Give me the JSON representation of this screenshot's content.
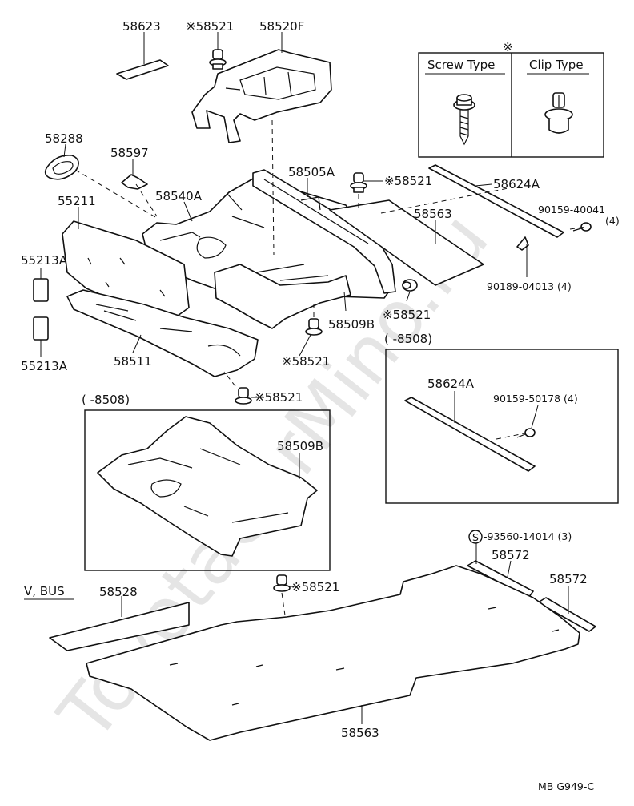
{
  "watermark": "ToyotaCarMino.ru",
  "legend": {
    "mark": "※",
    "screw_label": "Screw Type",
    "clip_label": "Clip Type"
  },
  "ranges": {
    "right_box": "(       -8508)",
    "left_box": "(       -8508)"
  },
  "variant_label": "V, BUS",
  "drawing_code": "MB G949-C",
  "callouts": [
    {
      "id": "58623",
      "text": "58623"
    },
    {
      "id": "58521-a",
      "text": "※58521"
    },
    {
      "id": "58520F",
      "text": "58520F"
    },
    {
      "id": "58288",
      "text": "58288"
    },
    {
      "id": "58597",
      "text": "58597"
    },
    {
      "id": "58505A",
      "text": "58505A"
    },
    {
      "id": "58521-b",
      "text": "※58521"
    },
    {
      "id": "58624A-a",
      "text": "58624A"
    },
    {
      "id": "55211",
      "text": "55211"
    },
    {
      "id": "58540A",
      "text": "58540A"
    },
    {
      "id": "58563-a",
      "text": "58563"
    },
    {
      "id": "90159-40041",
      "text": "90159-40041"
    },
    {
      "id": "qty-4-a",
      "text": "(4)"
    },
    {
      "id": "55213A-a",
      "text": "55213A"
    },
    {
      "id": "90189-04013",
      "text": "90189-04013 (4)"
    },
    {
      "id": "58521-c",
      "text": "※58521"
    },
    {
      "id": "58509B-a",
      "text": "58509B"
    },
    {
      "id": "55213A-b",
      "text": "55213A"
    },
    {
      "id": "58511",
      "text": "58511"
    },
    {
      "id": "58521-d",
      "text": "※58521"
    },
    {
      "id": "58521-e",
      "text": "※58521"
    },
    {
      "id": "58624A-b",
      "text": "58624A"
    },
    {
      "id": "90159-50178",
      "text": "90159-50178 (4)"
    },
    {
      "id": "58509B-b",
      "text": "58509B"
    },
    {
      "id": "93560-14014",
      "text": "-93560-14014 (3)"
    },
    {
      "id": "s-mark",
      "text": "S"
    },
    {
      "id": "58572-a",
      "text": "58572"
    },
    {
      "id": "58572-b",
      "text": "58572"
    },
    {
      "id": "58528",
      "text": "58528"
    },
    {
      "id": "58521-f",
      "text": "※58521"
    },
    {
      "id": "58563-b",
      "text": "58563"
    }
  ]
}
